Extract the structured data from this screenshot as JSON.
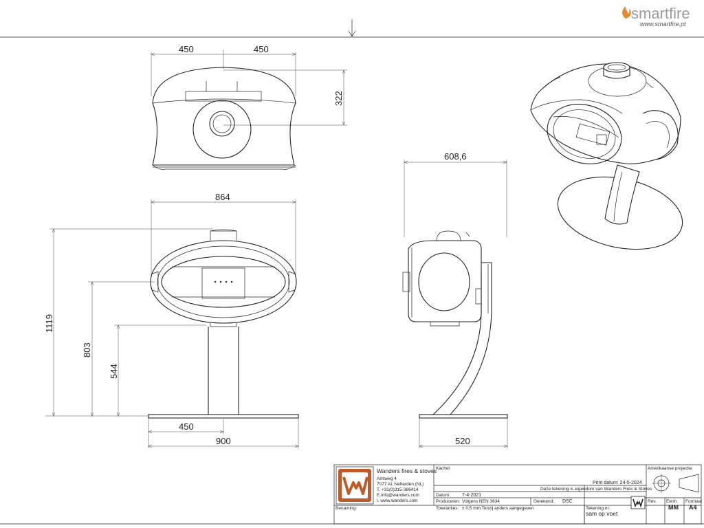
{
  "brand": {
    "name": "smartfire",
    "url": "www.smartfire.pt",
    "flame_color": "#e8892b",
    "text_color": "#9a9a9a"
  },
  "dimensions": {
    "top_left_half": "450",
    "top_right_half": "450",
    "top_height": "322",
    "front_width": "864",
    "total_height": "1119",
    "center_height": "803",
    "bottom_height": "544",
    "base_half": "450",
    "base_width": "900",
    "side_depth": "608,6",
    "side_base": "520"
  },
  "title_block": {
    "company": "Wanders fires & stoves",
    "address_line1": "Amtweg 4",
    "address_line2": "7077 AL Netterden (NL)",
    "phone": "T. +31(0)315-386414",
    "email": "E.info@wanders.com",
    "web": "I. www.wanders.com",
    "kachel_label": "Kachel:",
    "print_date": "Print datum: 24-5-2024",
    "ownership": "Deze tekening is eigendom van Wanders Fires & Stoves",
    "datum_label": "Datum:",
    "datum_value": "7-4-2021",
    "produceren_label": "Produceren:",
    "produceren_value": "Volgens NEN 3634",
    "getekend_label": "Getekend:",
    "getekend_value": "DSC",
    "toleranties_label": "Toleranties:",
    "toleranties_value": "± 0,5 mm Tenzij anders aangegeven",
    "tekening_label": "Tekening nr.:",
    "tekening_value": "sam op voet",
    "benaming_label": "Benaming:",
    "projectie_label": "Amerikaanse projectie:",
    "rev_label": "Rev.",
    "eenh_label": "Eenh.",
    "eenh_value": "MM",
    "formaat_label": "Formaat",
    "formaat_value": "A4",
    "logo_color": "#c0592a"
  }
}
